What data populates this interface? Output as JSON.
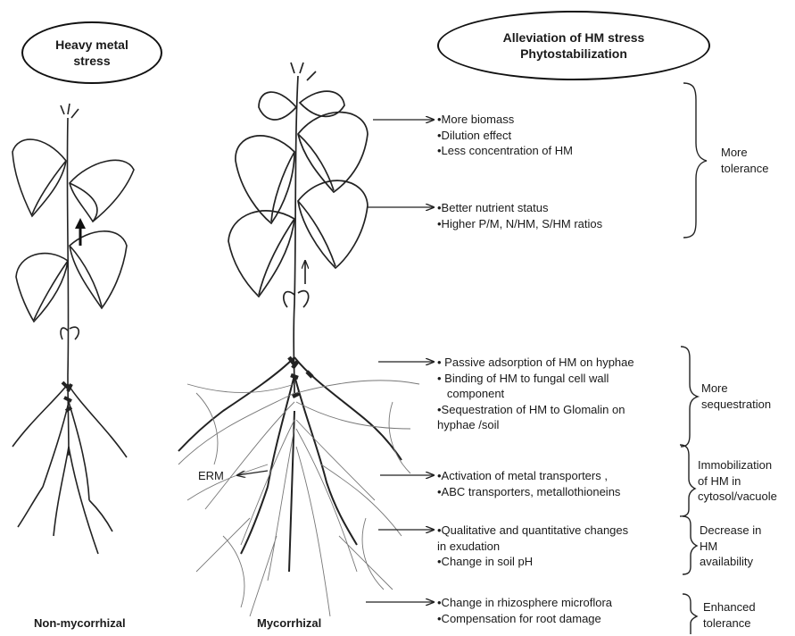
{
  "left_oval": {
    "lines": [
      "Heavy metal",
      "stress"
    ]
  },
  "right_oval": {
    "lines": [
      "Alleviation of HM stress",
      "Phytostabilization"
    ]
  },
  "plants": {
    "left_caption": "Non-mycorrhizal",
    "right_caption": "Mycorrhizal",
    "erm_label": "ERM"
  },
  "effects": [
    {
      "items": [
        "•More biomass",
        "•Dilution effect",
        "•Less concentration of  HM"
      ]
    },
    {
      "items": [
        "•Better nutrient status",
        "•Higher P/M, N/HM, S/HM ratios"
      ]
    },
    {
      "items": [
        "• Passive adsorption of HM on hyphae",
        "• Binding of HM to fungal cell wall",
        "   component",
        "•Sequestration of HM to Glomalin on",
        "hyphae /soil"
      ]
    },
    {
      "items": [
        "•Activation of metal transporters ,",
        "•ABC transporters, metallothioneins"
      ]
    },
    {
      "items": [
        "•Qualitative and quantitative changes",
        "in exudation",
        "•Change in soil pH"
      ]
    },
    {
      "items": [
        "•Change in rhizosphere microflora",
        "•Compensation for root damage"
      ]
    }
  ],
  "categories": [
    {
      "lines": [
        "More",
        "tolerance"
      ]
    },
    {
      "lines": [
        "More",
        "sequestration"
      ]
    },
    {
      "lines": [
        "Immobilization",
        "of HM in",
        "cytosol/vacuole"
      ]
    },
    {
      "lines": [
        "Decrease in",
        "HM",
        "availability"
      ]
    },
    {
      "lines": [
        "Enhanced",
        "tolerance"
      ]
    }
  ]
}
